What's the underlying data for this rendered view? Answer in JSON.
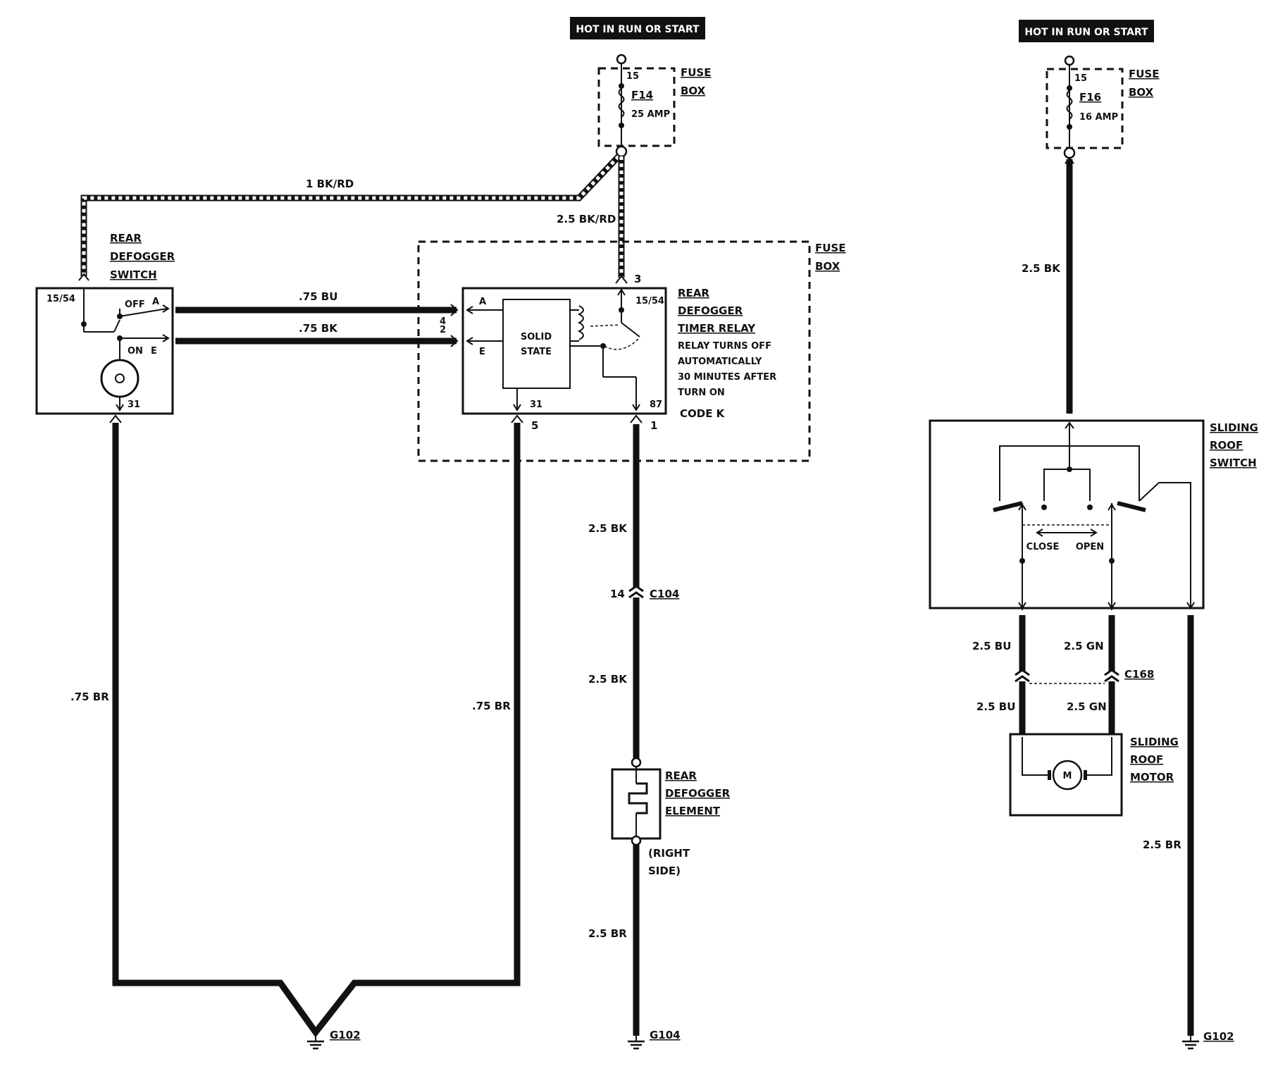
{
  "labels": {
    "hot_left": "HOT IN RUN OR START",
    "hot_right": "HOT IN RUN OR START",
    "fuse_box_1a": "FUSE",
    "fuse_box_1b": "BOX",
    "fuse_box_2a": "FUSE",
    "fuse_box_2b": "BOX",
    "fuse_box_3a": "FUSE",
    "fuse_box_3b": "BOX",
    "f14_pin": "15",
    "f14_name": "F14",
    "f14_rating": "25 AMP",
    "f16_pin": "15",
    "f16_name": "F16",
    "f16_rating": "16 AMP",
    "wire_1bkrd": "1 BK/RD",
    "wire_25bkrd": "2.5 BK/RD",
    "wire_75bu": ".75 BU",
    "wire_75bk": ".75 BK",
    "wire_75br_left": ".75 BR",
    "wire_75br_mid": ".75 BR",
    "wire_25bk_a": "2.5 BK",
    "wire_25bk_b": "2.5 BK",
    "wire_25br_mid": "2.5 BR",
    "wire_25bk_right": "2.5 BK",
    "wire_25bu_a": "2.5 BU",
    "wire_25bu_b": "2.5 BU",
    "wire_25gn_a": "2.5 GN",
    "wire_25gn_b": "2.5 GN",
    "wire_25br_right": "2.5 BR",
    "switch_t1": "REAR",
    "switch_t2": "DEFOGGER",
    "switch_t3": "SWITCH",
    "switch_pin_1554": "15/54",
    "switch_off": "OFF",
    "switch_a": "A",
    "switch_on": "ON",
    "switch_e": "E",
    "switch_pin_31": "31",
    "relay_t1": "REAR",
    "relay_t2": "DEFOGGER",
    "relay_t3": "TIMER RELAY",
    "relay_n1": "RELAY TURNS OFF",
    "relay_n2": "AUTOMATICALLY",
    "relay_n3": "30 MINUTES AFTER",
    "relay_n4": "TURN ON",
    "relay_code": "CODE K",
    "relay_pin_3": "3",
    "relay_pin_1554": "15/54",
    "relay_pin_4": "4",
    "relay_pin_2": "2",
    "relay_pin_a": "A",
    "relay_pin_e": "E",
    "relay_pin_31": "31",
    "relay_pin_87": "87",
    "relay_pin_5": "5",
    "relay_pin_1": "1",
    "solid_1": "SOLID",
    "solid_2": "STATE",
    "c104_pin": "14",
    "c104": "C104",
    "element_t1": "REAR",
    "element_t2": "DEFOGGER",
    "element_t3": "ELEMENT",
    "element_side1": "(RIGHT",
    "element_side2": "SIDE)",
    "g102_left": "G102",
    "g104": "G104",
    "g102_right": "G102",
    "roof_sw_t1": "SLIDING",
    "roof_sw_t2": "ROOF",
    "roof_sw_t3": "SWITCH",
    "close": "CLOSE",
    "open": "OPEN",
    "c168": "C168",
    "motor_t1": "SLIDING",
    "motor_t2": "ROOF",
    "motor_t3": "MOTOR",
    "motor_m": "M"
  }
}
